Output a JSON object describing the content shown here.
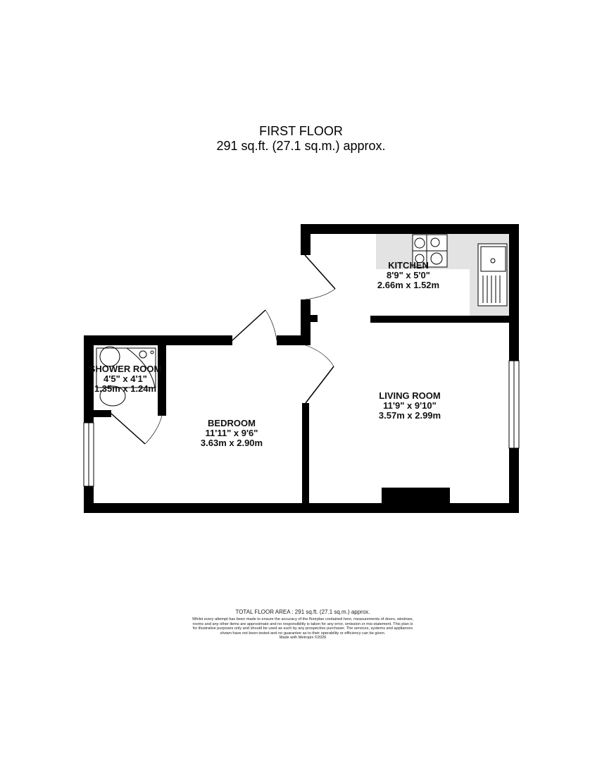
{
  "header": {
    "floor": "FIRST FLOOR",
    "area": "291 sq.ft. (27.1 sq.m.) approx."
  },
  "rooms": [
    {
      "name": "KITCHEN",
      "imperial": "8'9\"  x 5'0\"",
      "metric": "2.66m  x 1.52m"
    },
    {
      "name": "LIVING ROOM",
      "imperial": "11'9\"  x 9'10\"",
      "metric": "3.57m  x 2.99m"
    },
    {
      "name": "BEDROOM",
      "imperial": "11'11\"  x 9'6\"",
      "metric": "3.63m  x 2.90m"
    },
    {
      "name": "SHOWER ROOM",
      "imperial": "4'5\"  x 4'1\"",
      "metric": "1.35m  x 1.24m"
    }
  ],
  "footer": {
    "total": "TOTAL FLOOR AREA : 291 sq.ft. (27.1 sq.m.) approx.",
    "disclaimer": "Whilst every attempt has been made to ensure the accuracy of the floorplan contained here, measurements of doors, windows, rooms and any other items are approximate and no responsibility is taken for any error, omission or mis-statement. This plan is for illustrative purposes only and should be used as such by any prospective purchaser. The services, systems and appliances shown have not been tested and no guarantee as to their operability or efficiency can be given.",
    "credit": "Made with Metropix ©2026"
  },
  "colors": {
    "wall": "#000000",
    "worktop": "#e3e3e3"
  }
}
